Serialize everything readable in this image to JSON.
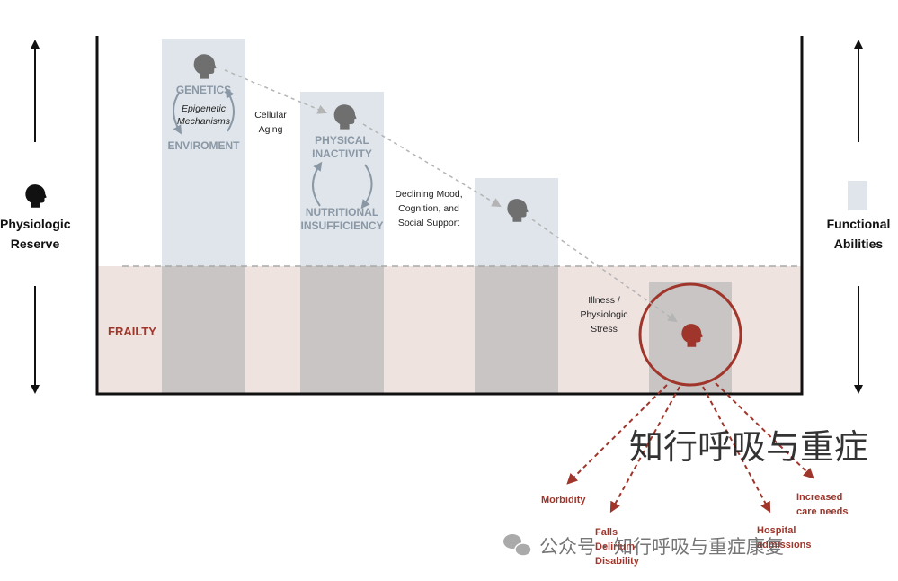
{
  "left_axis": {
    "label_line1": "Physiologic",
    "label_line2": "Reserve"
  },
  "right_axis": {
    "label_line1": "Functional",
    "label_line2": "Abilities"
  },
  "frailty_label": "FRAILTY",
  "stage1": {
    "top": "GENETICS",
    "middle_line1": "Epigenetic",
    "middle_line2": "Mechanisms",
    "bottom": "ENVIROMENT"
  },
  "cellular_aging": {
    "line1": "Cellular",
    "line2": "Aging"
  },
  "stage2": {
    "top_line1": "PHYSICAL",
    "top_line2": "INACTIVITY",
    "bottom_line1": "NUTRITIONAL",
    "bottom_line2": "INSUFFICIENCY"
  },
  "declining": {
    "line1": "Declining Mood,",
    "line2": "Cognition, and",
    "line3": "Social Support"
  },
  "illness": {
    "line1": "Illness /",
    "line2": "Physiologic",
    "line3": "Stress"
  },
  "outcomes": {
    "morbidity": "Morbidity",
    "falls": "Falls",
    "delirium": "Delirium",
    "disability": "Disability",
    "hospital_line1": "Hospital",
    "hospital_line2": "admissions",
    "care_line1": "Increased",
    "care_line2": "care needs"
  },
  "watermark": {
    "large": "知行呼吸与重症",
    "small": "公众号 · 知行呼吸与重症康复"
  },
  "colors": {
    "frailty_red": "#a0362b",
    "bar_gray": "#dfe5ea",
    "bar_dark": "#c9c5c4",
    "frailty_zone": "#efe3e0",
    "text_gray": "#8a97a5"
  },
  "icons": [
    "arrow-up-icon",
    "arrow-down-icon",
    "head-icon",
    "cycle-arrow-icon",
    "dashed-arrow-icon",
    "wechat-icon"
  ]
}
